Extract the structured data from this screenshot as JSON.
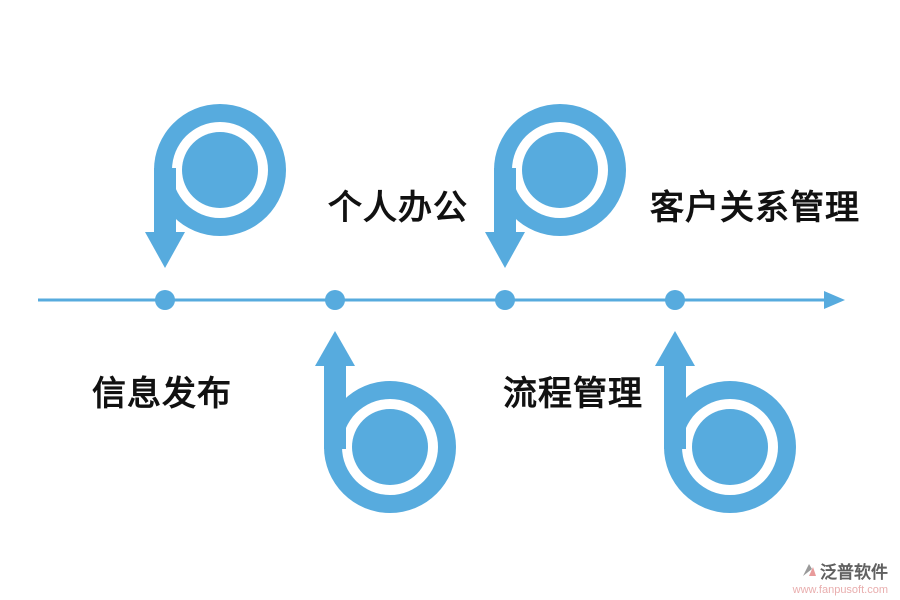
{
  "colors": {
    "accent": "#57abde",
    "label_text": "#111111",
    "watermark_brand": "#606060",
    "watermark_url": "#e9aeae"
  },
  "diagram": {
    "labels": {
      "personal_office": "个人办公",
      "crm": "客户关系管理",
      "info_publish": "信息发布",
      "process_mgmt": "流程管理"
    },
    "timeline": {
      "node_count": 4
    }
  },
  "watermark": {
    "brand": "泛普软件",
    "url": "www.fanpusoft.com"
  }
}
